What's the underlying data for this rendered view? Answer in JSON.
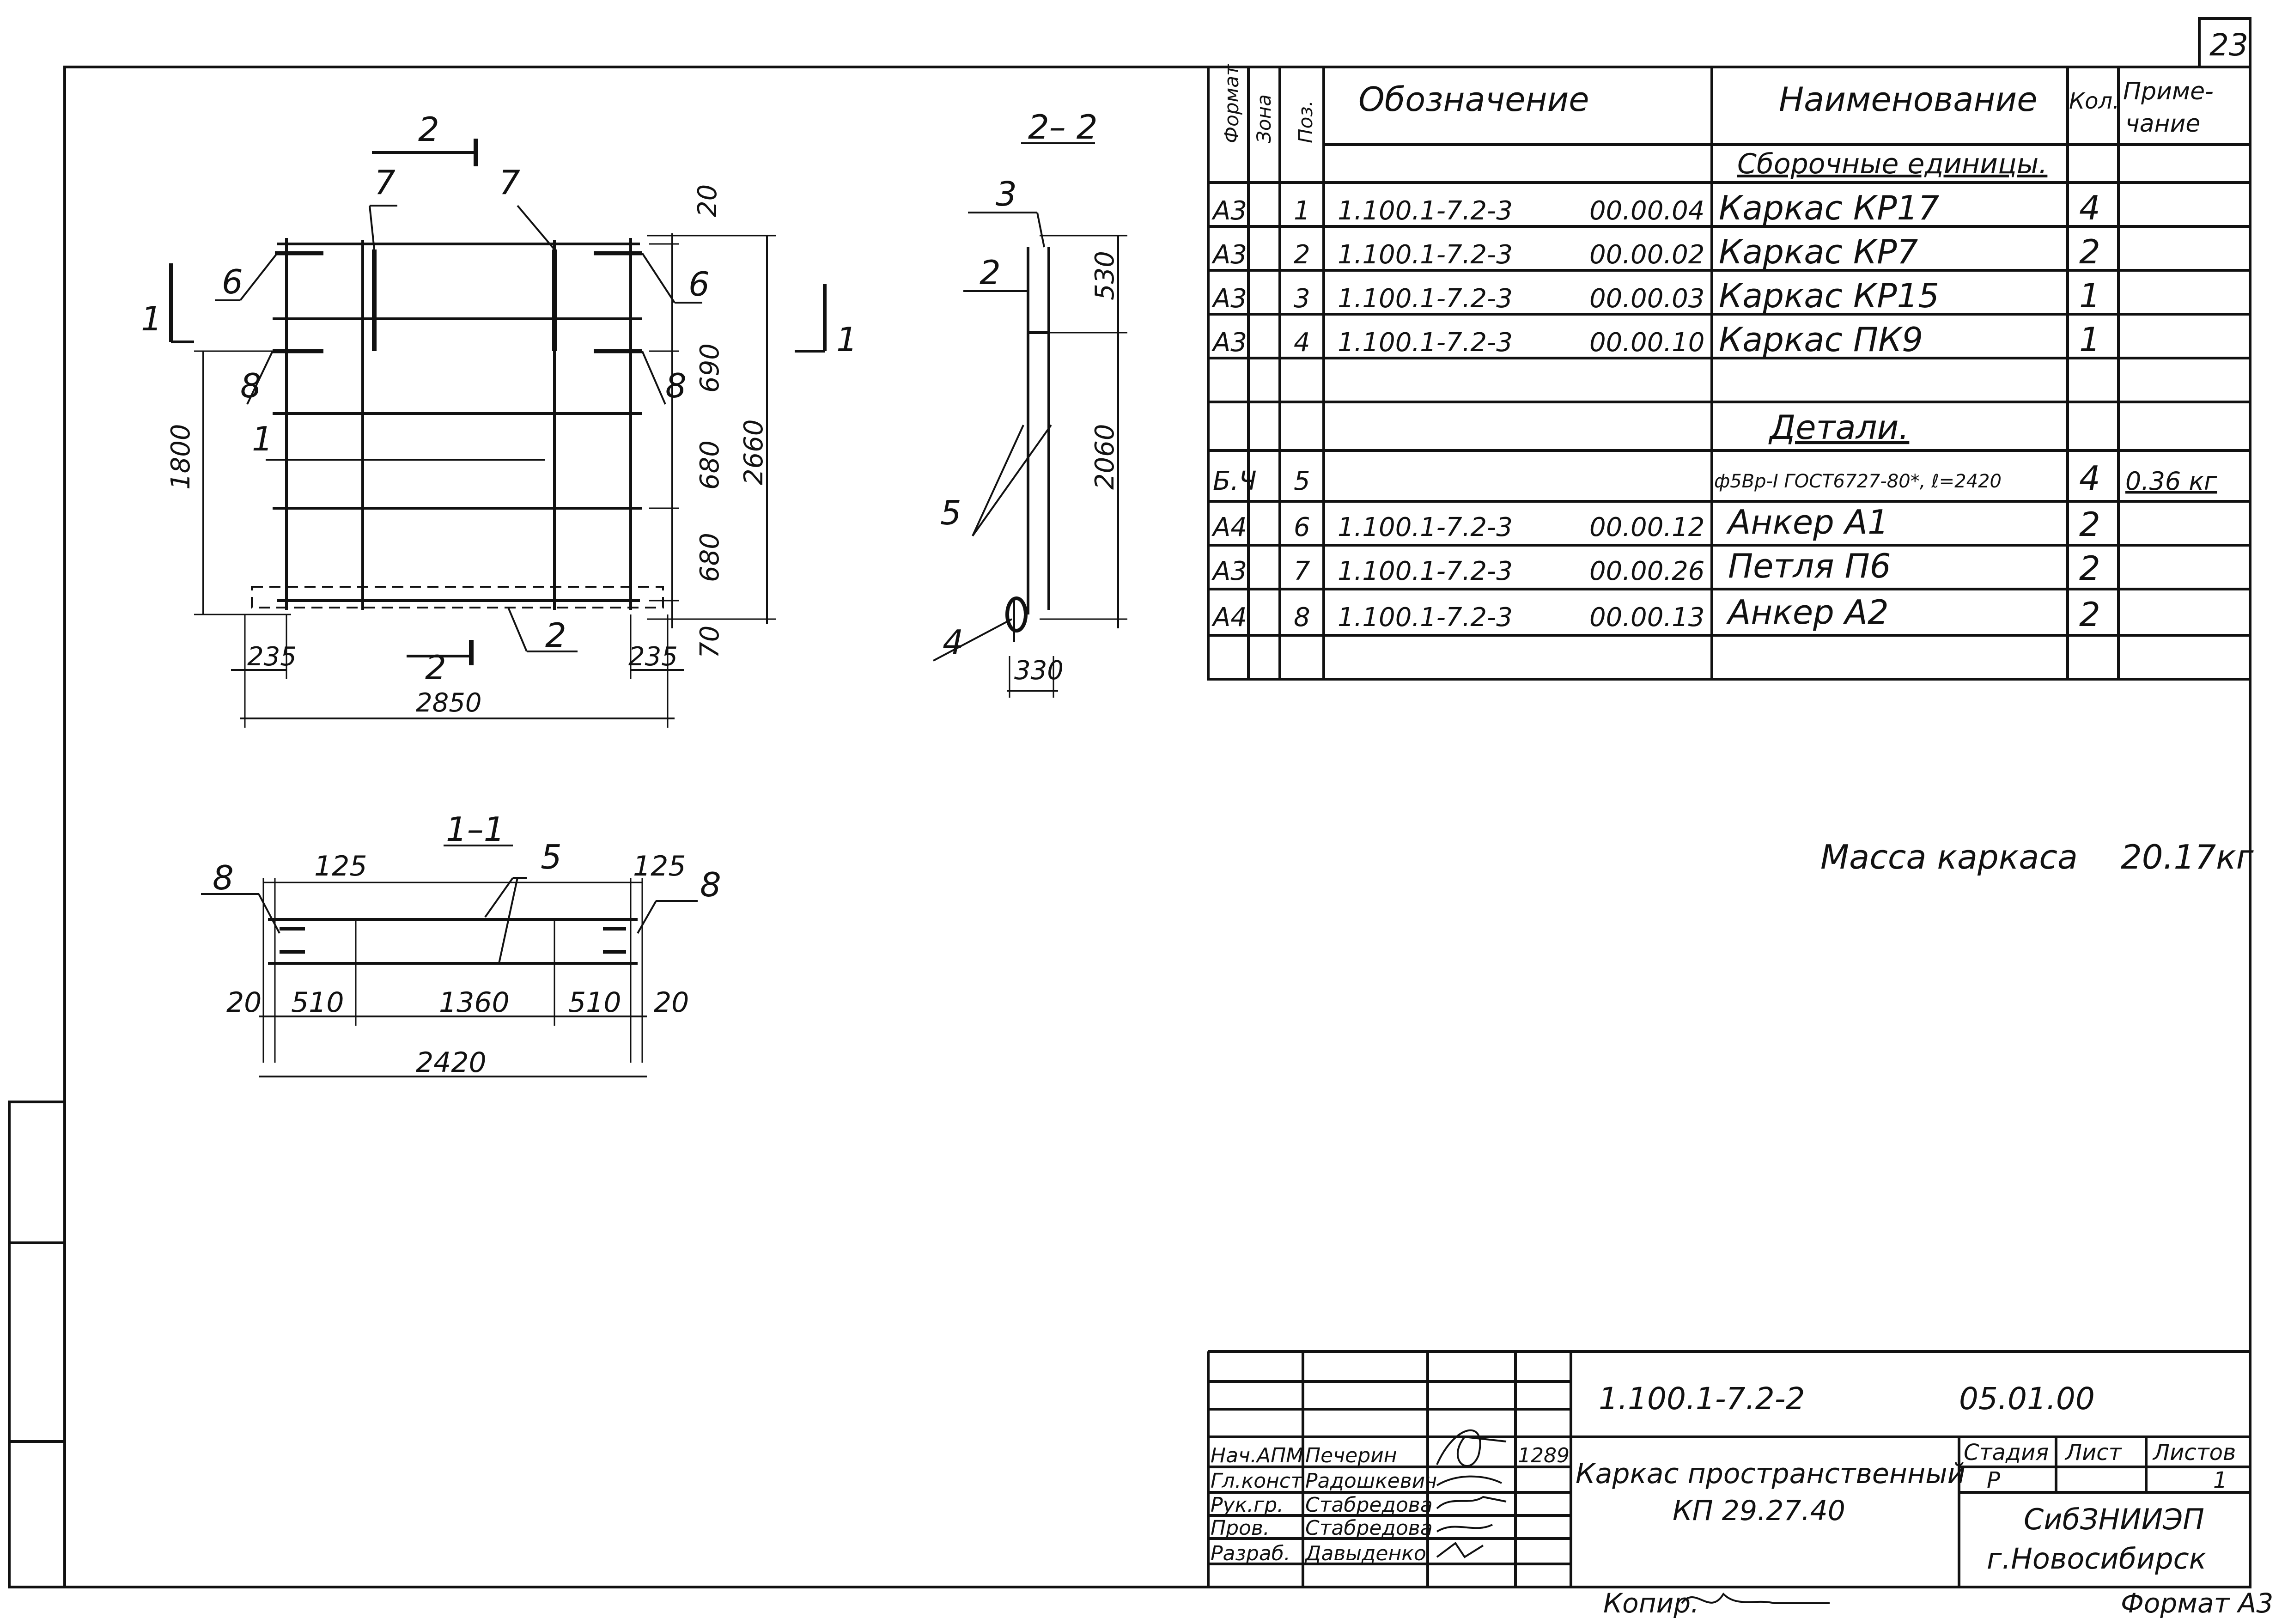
{
  "sheet_number": "23",
  "spec_table": {
    "headers": [
      "Формат",
      "Зона",
      "Поз.",
      "Обозначение",
      "Наименование",
      "Кол.",
      "Приме-",
      "чание"
    ],
    "rows": [
      {
        "format": "",
        "zone": "",
        "pos": "",
        "designation": "",
        "code": "",
        "name": "Сборочные  единицы.",
        "qty": "",
        "note": ""
      },
      {
        "format": "А3",
        "zone": "",
        "pos": "1",
        "designation": "1.100.1-7.2-3",
        "code": "00.00.04",
        "name": "Каркас  КР17",
        "qty": "4",
        "note": ""
      },
      {
        "format": "А3",
        "zone": "",
        "pos": "2",
        "designation": "1.100.1-7.2-3",
        "code": "00.00.02",
        "name": "Каркас  КР7",
        "qty": "2",
        "note": ""
      },
      {
        "format": "А3",
        "zone": "",
        "pos": "3",
        "designation": "1.100.1-7.2-3",
        "code": "00.00.03",
        "name": "Каркас  КР15",
        "qty": "1",
        "note": ""
      },
      {
        "format": "А3",
        "zone": "",
        "pos": "4",
        "designation": "1.100.1-7.2-3",
        "code": "00.00.10",
        "name": "Каркас  ПК9",
        "qty": "1",
        "note": ""
      },
      {
        "format": "",
        "zone": "",
        "pos": "",
        "designation": "",
        "code": "",
        "name": "",
        "qty": "",
        "note": ""
      },
      {
        "format": "",
        "zone": "",
        "pos": "",
        "designation": "",
        "code": "",
        "name": "Детали.",
        "qty": "",
        "note": ""
      },
      {
        "format": "Б.Ч",
        "zone": "",
        "pos": "5",
        "designation": "",
        "code": "",
        "name": "ф5Вр-I ГОСТ6727-80*, ℓ=2420",
        "qty": "4",
        "note": "0.36 кг"
      },
      {
        "format": "А4",
        "zone": "",
        "pos": "6",
        "designation": "1.100.1-7.2-3",
        "code": "00.00.12",
        "name": "Анкер  А1",
        "qty": "2",
        "note": ""
      },
      {
        "format": "А3",
        "zone": "",
        "pos": "7",
        "designation": "1.100.1-7.2-3",
        "code": "00.00.26",
        "name": "Петля  П6",
        "qty": "2",
        "note": ""
      },
      {
        "format": "А4",
        "zone": "",
        "pos": "8",
        "designation": "1.100.1-7.2-3",
        "code": "00.00.13",
        "name": "Анкер  А2",
        "qty": "2",
        "note": ""
      },
      {
        "format": "",
        "zone": "",
        "pos": "",
        "designation": "",
        "code": "",
        "name": "",
        "qty": "",
        "note": ""
      }
    ]
  },
  "mass_label": "Масса  каркаса",
  "mass_value": "20.17кг",
  "front_view": {
    "section_mark": "2",
    "section_mark_left": "1",
    "section_mark_right": "1",
    "callouts": [
      "7",
      "7",
      "6",
      "6",
      "8",
      "8",
      "1",
      "2",
      "2"
    ],
    "dim_top": "20",
    "dim_690": "690",
    "dim_680a": "680",
    "dim_680b": "680",
    "dim_70": "70",
    "dim_2660": "2660",
    "dim_1800": "1800",
    "dim_235_left": "235",
    "dim_235_right": "235",
    "dim_2850": "2850"
  },
  "section_22": {
    "title": "2– 2",
    "callouts": [
      "3",
      "2",
      "5",
      "4"
    ],
    "dim_530": "530",
    "dim_2060": "2060",
    "dim_330": "330"
  },
  "section_11": {
    "title": "1–1",
    "callouts": [
      "8",
      "5",
      "8"
    ],
    "dim_125_left": "125",
    "dim_125_right": "125",
    "dim_20_left": "20",
    "dim_510_left": "510",
    "dim_1360": "1360",
    "dim_510_right": "510",
    "dim_20_right": "20",
    "dim_2420": "2420"
  },
  "title_block": {
    "doc_number": "1.100.1-7.2-2",
    "doc_code": "05.01.00",
    "title_line1": "Каркас пространственный",
    "title_line2": "КП 29.27.40",
    "stage_label": "Стадия",
    "sheet_label": "Лист",
    "sheets_label": "Листов",
    "stage_value": "Р",
    "sheet_value": "",
    "sheets_value": "1",
    "org_line1": "СибЗНИИЭП",
    "org_line2": "г.Новосибирск",
    "staff": [
      {
        "role": "Нач.АПМ",
        "name": "Печерин",
        "date": "1289"
      },
      {
        "role": "Гл.конст",
        "name": "Радошкевич",
        "date": ""
      },
      {
        "role": "Рук.гр.",
        "name": "Стабредова",
        "date": ""
      },
      {
        "role": "Пров.",
        "name": "Стабредова",
        "date": ""
      },
      {
        "role": "Разраб.",
        "name": "Давыденко",
        "date": ""
      }
    ],
    "copied_label": "Копир.",
    "format_label": "Формат А3"
  }
}
